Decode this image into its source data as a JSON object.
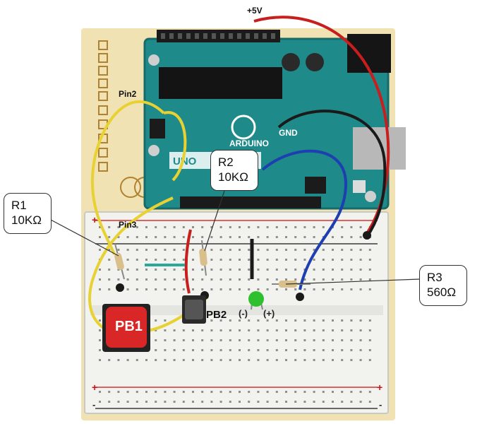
{
  "labels": {
    "supply": "+5V",
    "pin2": "Pin2",
    "pin3": "Pin3",
    "gnd": "GND",
    "r1_name": "R1",
    "r1_value": "10KΩ",
    "r2_name": "R2",
    "r2_value": "10KΩ",
    "r3_name": "R3",
    "r3_value": "560Ω",
    "pb1": "PB1",
    "pb2": "PB2",
    "led_minus": "(-)",
    "led_plus": "(+)",
    "rail_plus": "+",
    "rail_minus": "-"
  },
  "board_text": {
    "uno": "UNO",
    "arduino": "ARDUINO"
  },
  "colors": {
    "wire_red": "#c81e1e",
    "wire_black": "#1a1a1a",
    "wire_blue": "#1d3fb0",
    "wire_yellow": "#e8d233",
    "wire_teal": "#2aa89a",
    "arduino_pcb": "#1f8a8a",
    "breadboard": "#f2f2ef",
    "wood_base": "#f1e2b4",
    "led_green": "#2ec02e",
    "button_red": "#d92626"
  }
}
